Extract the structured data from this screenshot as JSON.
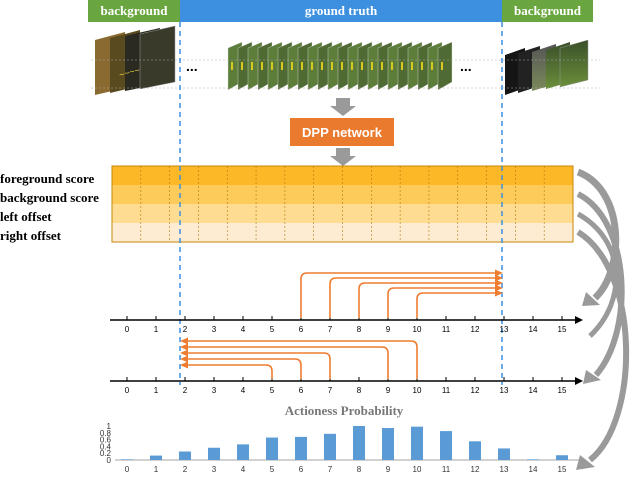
{
  "banners": {
    "left": "background",
    "middle": "ground truth",
    "right": "background"
  },
  "network": {
    "label": "DPP network"
  },
  "score_rows": [
    "foreground score",
    "background score",
    "left offset",
    "right offset"
  ],
  "ellipsis": "...",
  "timeline": {
    "ticks": [
      "0",
      "1",
      "2",
      "3",
      "4",
      "5",
      "6",
      "7",
      "8",
      "9",
      "10",
      "11",
      "12",
      "13",
      "14",
      "15"
    ]
  },
  "chart_data": {
    "type": "bar",
    "title": "Actioness Probability",
    "categories": [
      "0",
      "1",
      "2",
      "3",
      "4",
      "5",
      "6",
      "7",
      "8",
      "9",
      "10",
      "11",
      "12",
      "13",
      "14",
      "15"
    ],
    "values": [
      0.02,
      0.13,
      0.25,
      0.36,
      0.46,
      0.66,
      0.68,
      0.77,
      1.0,
      0.94,
      0.98,
      0.85,
      0.55,
      0.34,
      0.02,
      0.14
    ],
    "yticks": [
      "0",
      "0.2",
      "0.4",
      "0.6",
      "0.8",
      "1"
    ],
    "ylim": [
      0,
      1
    ],
    "color": "#5b9bd5"
  },
  "colors": {
    "arrow": "#ee7d31",
    "dashed": "#3d8fe0",
    "bar_fill": "#fdb827"
  }
}
